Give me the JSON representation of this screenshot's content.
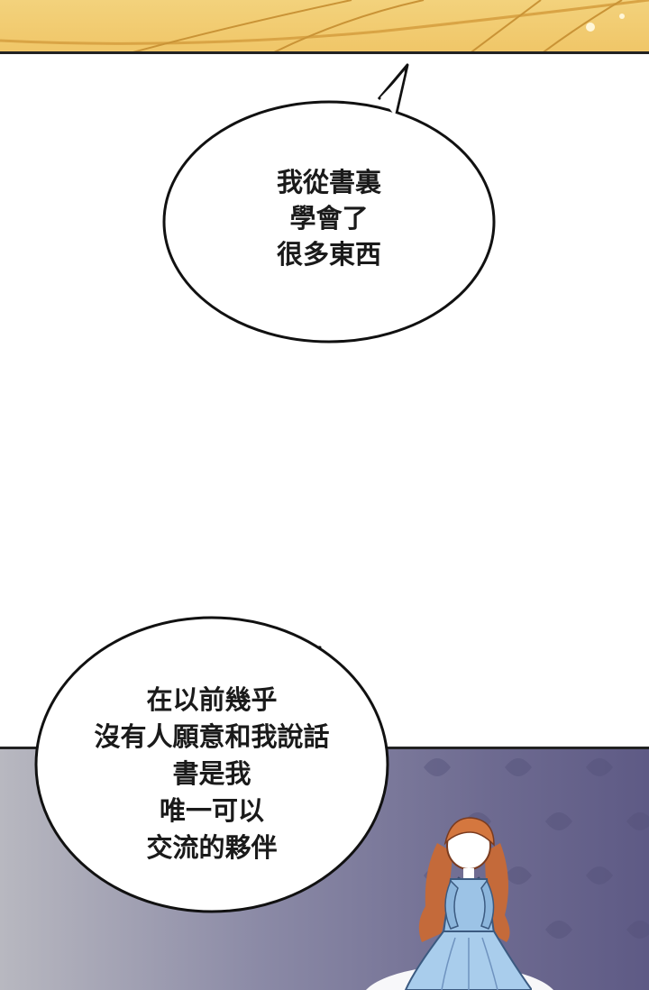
{
  "bubble_1": {
    "lines": [
      "我從書裏",
      "學會了",
      "很多東西"
    ]
  },
  "bubble_2": {
    "lines": [
      "在以前幾乎",
      "沒有人願意和我說話",
      "書是我",
      "唯一可以",
      "交流的夥伴"
    ]
  },
  "colors": {
    "ink": "#1a1a1a",
    "hair_top": "#f0c668",
    "wallpaper": "#6e6b91",
    "dress": "#9cc3e6"
  },
  "icons": {
    "character": "girl-blue-dress-figure"
  }
}
